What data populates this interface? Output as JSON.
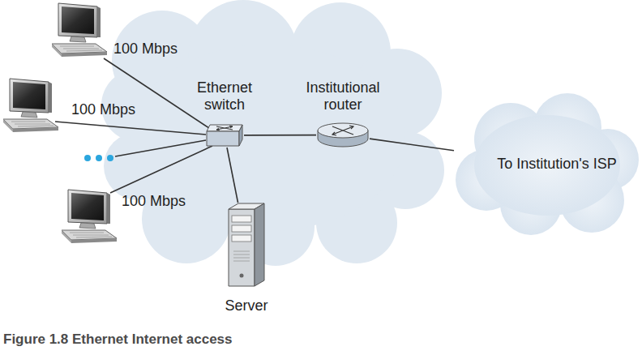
{
  "diagram": {
    "caption": "Figure 1.8 Ethernet Internet access",
    "nodes": [
      {
        "text": [
          "Ethernet switch"
        ]
      },
      {
        "text": [
          "Institutional router"
        ]
      },
      {
        "text": [
          "To Institution's ISP"
        ]
      },
      {
        "text": [
          "Server"
        ]
      }
    ],
    "edges": [
      {
        "from": 0,
        "to": 1,
        "arrow": "none"
      },
      {
        "from": 0,
        "to": 3,
        "arrow": "none"
      },
      {
        "from": 1,
        "to": 2,
        "arrow": "none"
      }
    ],
    "labels": [
      "100 Mbps",
      "100 Mbps",
      "100 Mbps"
    ]
  }
}
